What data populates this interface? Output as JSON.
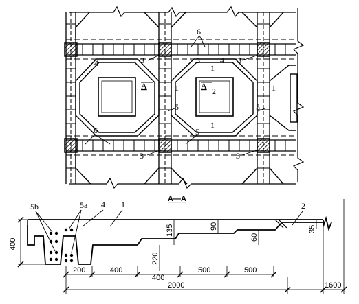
{
  "plan": {
    "section_marker": "A",
    "callouts": {
      "c1": "1",
      "c2": "2",
      "c3": "3",
      "c4": "4",
      "c5": "5",
      "c6": "6"
    }
  },
  "section": {
    "title": "A—A",
    "callouts": {
      "c5b": "5b",
      "c5a": "5a",
      "c4": "4",
      "c1": "1",
      "c2": "2"
    },
    "dims": {
      "d400v": "400",
      "d135": "135",
      "d90": "90",
      "d60": "60",
      "d35": "35",
      "d220": "220",
      "d200": "200",
      "d400a": "400",
      "d400b": "400",
      "d500a": "500",
      "d500b": "500",
      "d2000": "2000",
      "d1600": "1600"
    }
  }
}
